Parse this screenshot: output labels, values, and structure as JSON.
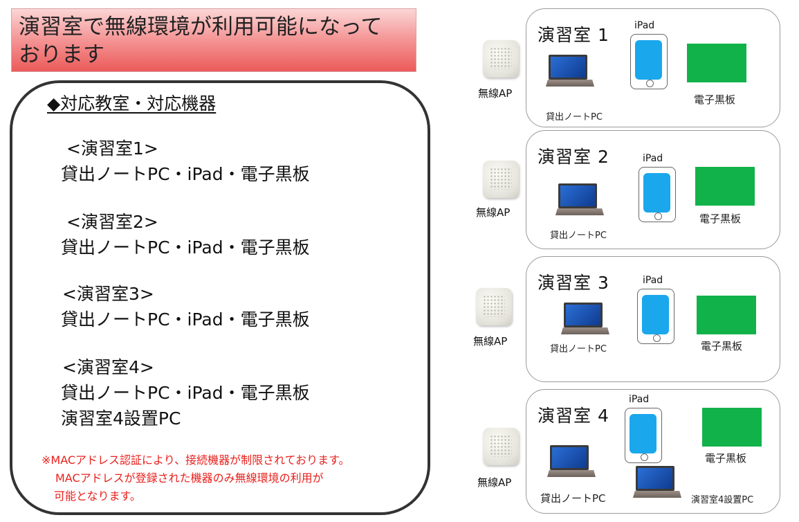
{
  "title": {
    "line1": "演習室で無線環境が利用可能になって",
    "line2": "おります"
  },
  "panel": {
    "heading": "◆対応教室・対応機器",
    "rooms": [
      {
        "name": "<演習室1>",
        "devices": "貸出ノートPC・iPad・電子黒板"
      },
      {
        "name": "<演習室2>",
        "devices": "貸出ノートPC・iPad・電子黒板"
      },
      {
        "name": "<演習室3>",
        "devices": "貸出ノートPC・iPad・電子黒板"
      },
      {
        "name": "<演習室4>",
        "devices": "貸出ノートPC・iPad・電子黒板",
        "extra": "演習室4設置PC"
      }
    ],
    "note": {
      "line1": "※MACアドレス認証により、接続機器が制限されております。",
      "line2": "MACアドレスが登録された機器のみ無線環境の利用が",
      "line3": "可能となります。"
    }
  },
  "cards": [
    {
      "title": "演習室 1",
      "ap": "無線AP",
      "laptop": "貸出ノートPC",
      "ipad": "iPad",
      "board": "電子黒板"
    },
    {
      "title": "演習室 2",
      "ap": "無線AP",
      "laptop": "貸出ノートPC",
      "ipad": "iPad",
      "board": "電子黒板"
    },
    {
      "title": "演習室 3",
      "ap": "無線AP",
      "laptop": "貸出ノートPC",
      "ipad": "iPad",
      "board": "電子黒板"
    },
    {
      "title": "演習室 4",
      "ap": "無線AP",
      "laptop": "貸出ノートPC",
      "ipad": "iPad",
      "board": "電子黒板",
      "pc": "演習室4設置PC"
    }
  ],
  "colors": {
    "banner": "#f07a7a",
    "note_text": "#e8201c",
    "ipad_screen": "#1aa7ec",
    "whiteboard": "#12b24a"
  }
}
